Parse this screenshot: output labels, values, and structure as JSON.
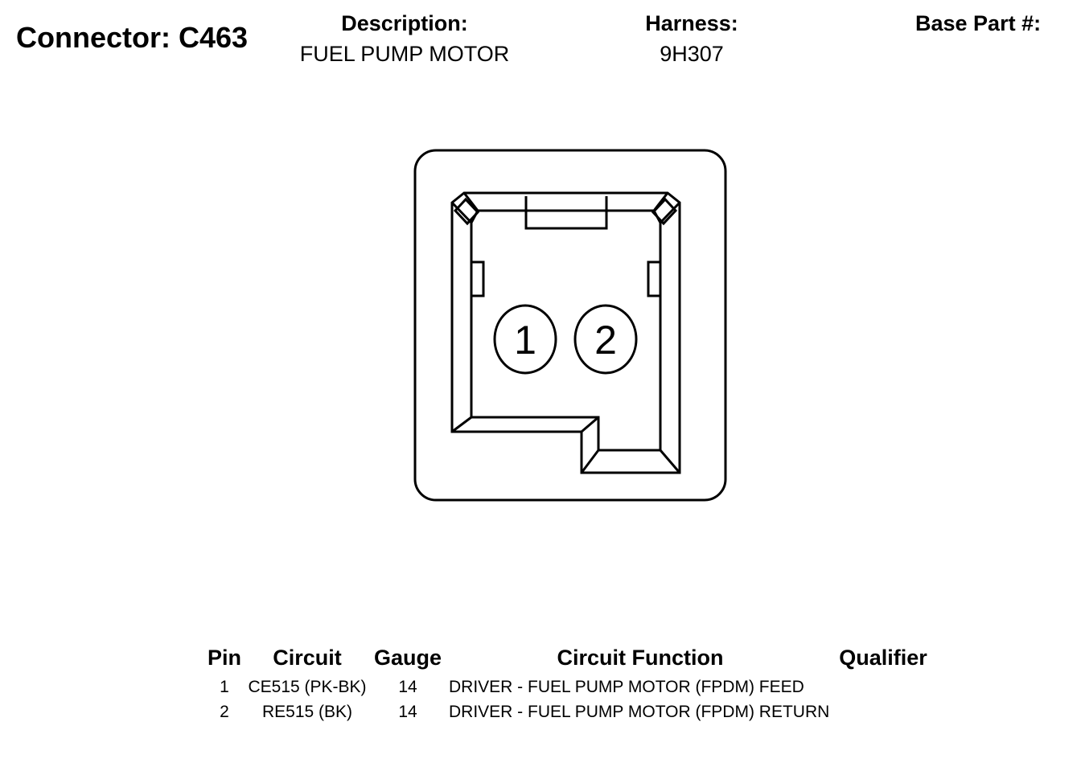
{
  "header": {
    "connector_label": "Connector:",
    "connector_id": "C463",
    "description_label": "Description:",
    "description_value": "FUEL PUMP MOTOR",
    "harness_label": "Harness:",
    "harness_value": "9H307",
    "base_part_label": "Base Part #:"
  },
  "connector_face": {
    "pins": [
      {
        "number": "1"
      },
      {
        "number": "2"
      }
    ]
  },
  "pin_table": {
    "columns": [
      "Pin",
      "Circuit",
      "Gauge",
      "Circuit Function",
      "Qualifier"
    ],
    "rows": [
      {
        "pin": "1",
        "circuit": "CE515 (PK-BK)",
        "gauge": "14",
        "function": "DRIVER - FUEL PUMP MOTOR (FPDM) FEED",
        "qualifier": ""
      },
      {
        "pin": "2",
        "circuit": "RE515 (BK)",
        "gauge": "14",
        "function": "DRIVER - FUEL PUMP MOTOR (FPDM) RETURN",
        "qualifier": ""
      }
    ]
  }
}
